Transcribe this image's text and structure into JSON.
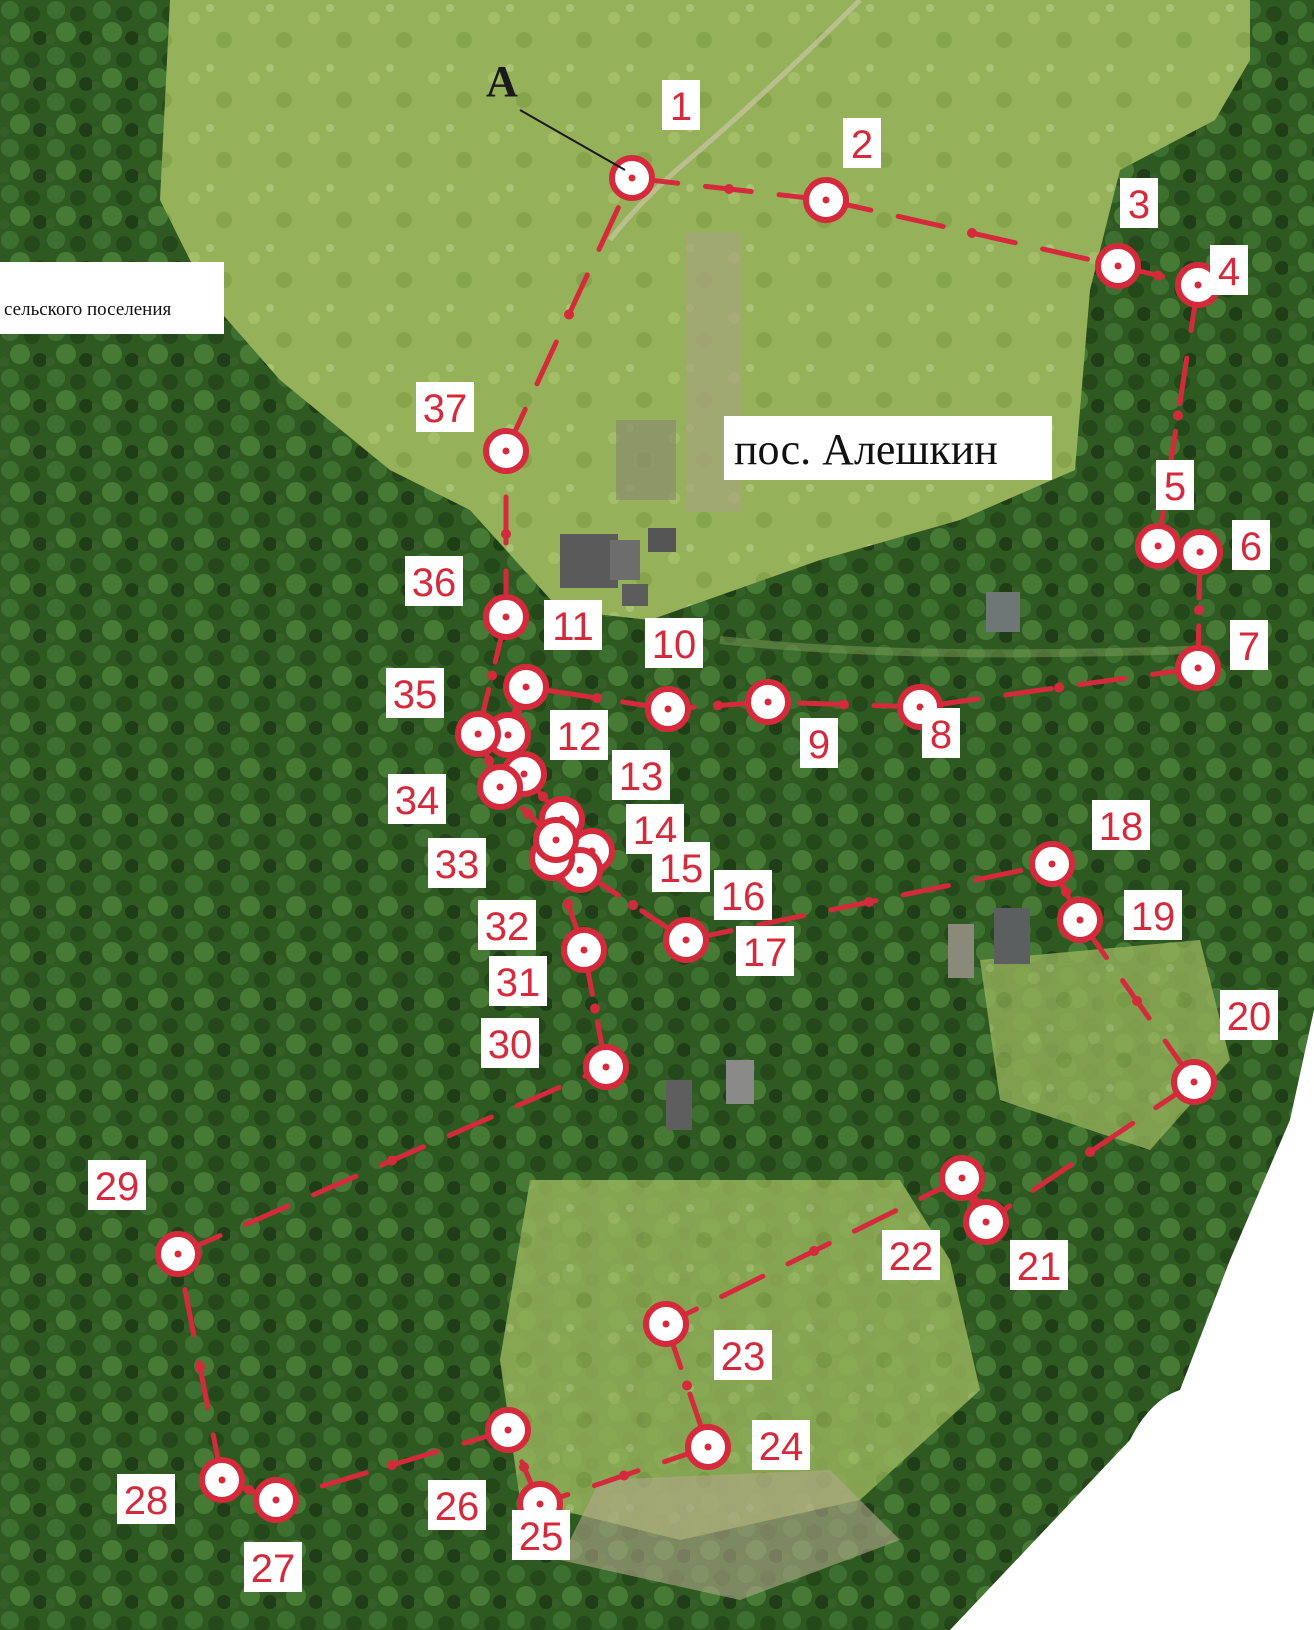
{
  "map": {
    "settlement_label": "пос. Алешкин",
    "boundary_caption": "сельского поселения",
    "point_a_label": "А",
    "colors": {
      "boundary": "#d42a3c",
      "forest": "#2f5a22",
      "meadow": "#8fae55",
      "label_text": "#d42a3c"
    },
    "points": [
      {
        "n": "1"
      },
      {
        "n": "2"
      },
      {
        "n": "3"
      },
      {
        "n": "4"
      },
      {
        "n": "5"
      },
      {
        "n": "6"
      },
      {
        "n": "7"
      },
      {
        "n": "8"
      },
      {
        "n": "9"
      },
      {
        "n": "10"
      },
      {
        "n": "11"
      },
      {
        "n": "12"
      },
      {
        "n": "13"
      },
      {
        "n": "14"
      },
      {
        "n": "15"
      },
      {
        "n": "16"
      },
      {
        "n": "17"
      },
      {
        "n": "18"
      },
      {
        "n": "19"
      },
      {
        "n": "20"
      },
      {
        "n": "21"
      },
      {
        "n": "22"
      },
      {
        "n": "23"
      },
      {
        "n": "24"
      },
      {
        "n": "25"
      },
      {
        "n": "26"
      },
      {
        "n": "27"
      },
      {
        "n": "28"
      },
      {
        "n": "29"
      },
      {
        "n": "30"
      },
      {
        "n": "31"
      },
      {
        "n": "32"
      },
      {
        "n": "33"
      },
      {
        "n": "34"
      },
      {
        "n": "35"
      },
      {
        "n": "36"
      },
      {
        "n": "37"
      }
    ]
  }
}
